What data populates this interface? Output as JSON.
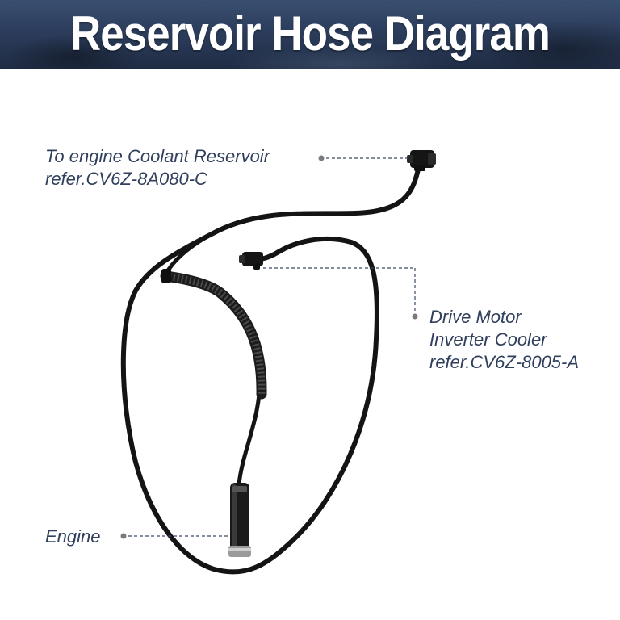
{
  "title": "Reservoir Hose Diagram",
  "labels": {
    "reservoir": {
      "line1": "To engine Coolant Reservoir",
      "line2": "refer.CV6Z-8A080-C"
    },
    "inverter": {
      "line1": "Drive Motor",
      "line2": "Inverter Cooler",
      "line3": "refer.CV6Z-8005-A"
    },
    "engine": {
      "line1": "Engine"
    }
  },
  "colors": {
    "header_bg": "#2c3d5c",
    "title_text": "#ffffff",
    "label_text": "#2f3f5c",
    "leader_line": "#3a4a66",
    "hose": "#111111"
  },
  "icons": {
    "reservoir_connector": "quick-connector-icon",
    "inverter_connector": "quick-connector-icon",
    "engine_connector": "hose-clamp-icon"
  }
}
